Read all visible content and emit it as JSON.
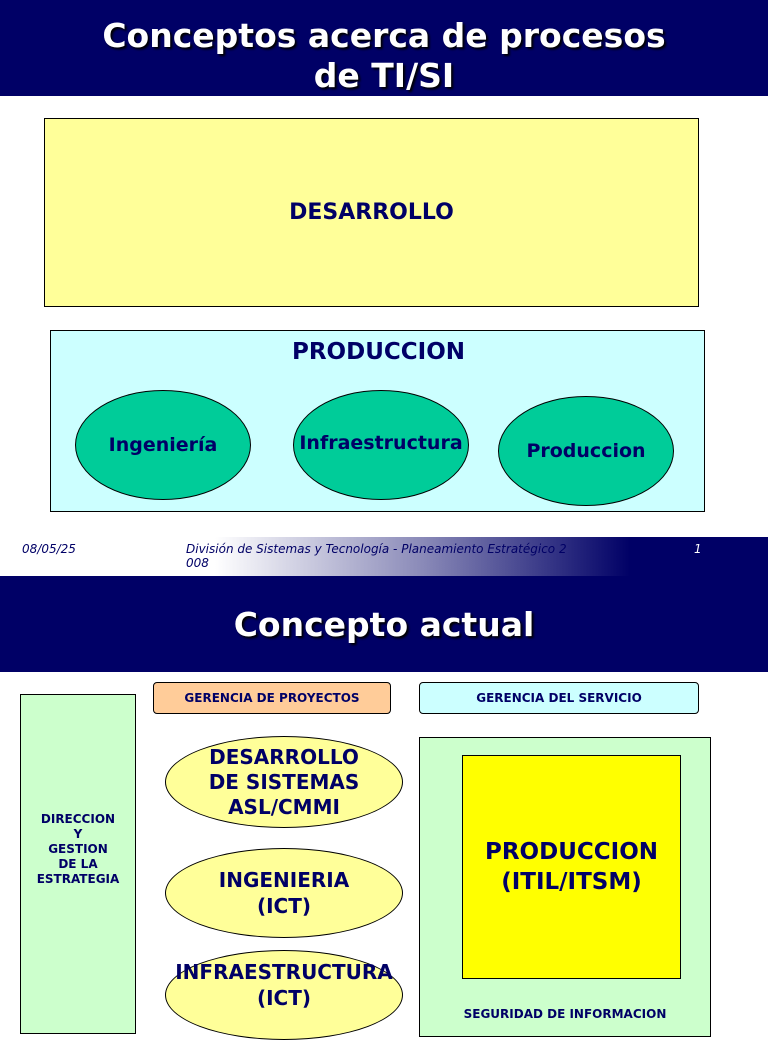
{
  "slide1": {
    "title_line1": "Conceptos acerca de procesos",
    "title_line2": "de TI/SI",
    "desarrollo": "DESARROLLO",
    "produccion_title": "PRODUCCION",
    "ellipses": [
      "Ingeniería",
      "Infraestructura",
      "Produccion"
    ],
    "footer": {
      "date": "08/05/25",
      "text_line1": "División de Sistemas y Tecnología - Planeamiento Estratégico 2",
      "text_line2": "008",
      "page": "1"
    }
  },
  "slide2": {
    "title": "Concepto actual",
    "gerencia_proyectos": "GERENCIA DE PROYECTOS",
    "gerencia_servicio": "GERENCIA DEL SERVICIO",
    "direccion": [
      "DIRECCION",
      "Y",
      "GESTION",
      "DE LA",
      "ESTRATEGIA"
    ],
    "desarrollo": [
      "DESARROLLO",
      "DE SISTEMAS",
      "ASL/CMMI"
    ],
    "ingenieria": [
      "INGENIERIA",
      "(ICT)"
    ],
    "infraestructura": [
      "INFRAESTRUCTURA",
      "(ICT)"
    ],
    "produccion": [
      "PRODUCCION",
      "(ITIL/ITSM)"
    ],
    "seguridad": "SEGURIDAD DE INFORMACION"
  },
  "colors": {
    "navy": "#000066",
    "pale_yellow": "#ffff99",
    "pale_cyan": "#ccffff",
    "teal": "#00cc99",
    "peach": "#ffcc99",
    "pale_green": "#ccffcc",
    "yellow": "#ffff00",
    "light_yellow": "#ffffcc"
  }
}
